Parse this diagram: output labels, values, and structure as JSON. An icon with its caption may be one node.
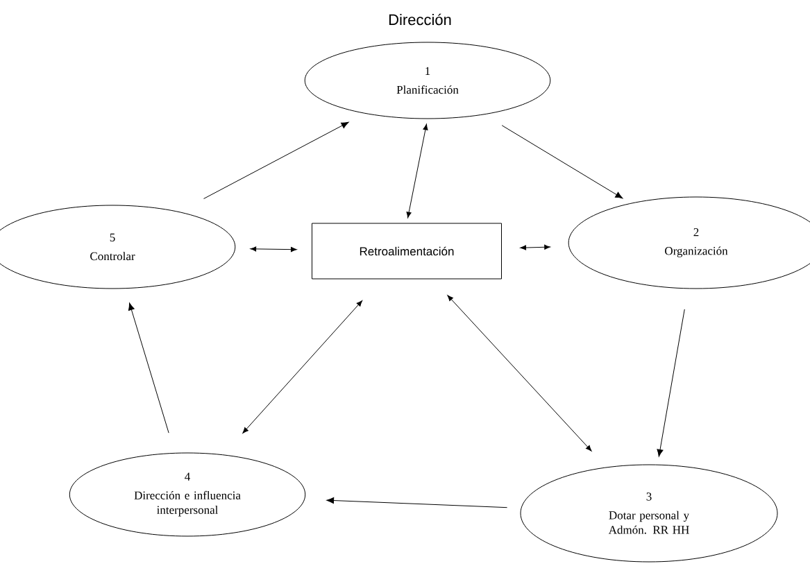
{
  "diagram": {
    "title": "Dirección",
    "nodes": [
      {
        "text": [
          "1",
          "Planificación"
        ]
      },
      {
        "text": [
          "2",
          "Organización"
        ]
      },
      {
        "text": [
          "3",
          "Dotar personal y Admón. RR HH"
        ]
      },
      {
        "text": [
          "4",
          "Dirección e influencia interpersonal"
        ]
      },
      {
        "text": [
          "5",
          "Controlar"
        ]
      },
      {
        "text": [
          "Retroalimentación"
        ]
      }
    ],
    "edges": [
      {
        "from": 4,
        "to": 0,
        "arrow": "to"
      },
      {
        "from": 0,
        "to": 1,
        "arrow": "to"
      },
      {
        "from": 1,
        "to": 2,
        "arrow": "to"
      },
      {
        "from": 2,
        "to": 3,
        "arrow": "to"
      },
      {
        "from": 3,
        "to": 4,
        "arrow": "to"
      },
      {
        "from": 5,
        "to": 0,
        "arrow": "both"
      },
      {
        "from": 5,
        "to": 4,
        "arrow": "both"
      },
      {
        "from": 5,
        "to": 1,
        "arrow": "both"
      },
      {
        "from": 5,
        "to": 3,
        "arrow": "both"
      },
      {
        "from": 5,
        "to": 2,
        "arrow": "both"
      }
    ]
  }
}
